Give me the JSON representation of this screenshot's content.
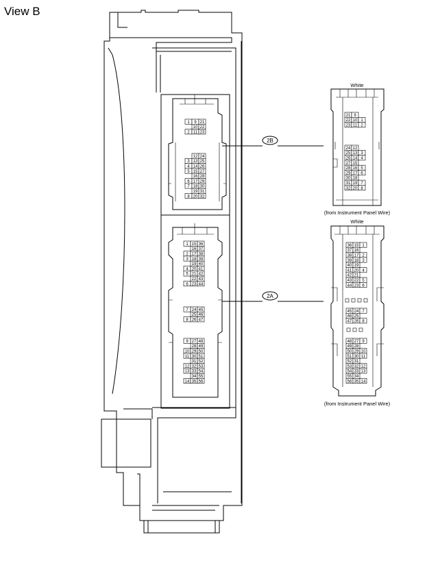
{
  "title": "View B",
  "callouts": {
    "upper": "2B",
    "lower": "2A"
  },
  "right_connectors": {
    "top": {
      "color_label": "White",
      "source_label": "(from Instrument Panel Wire)"
    },
    "bottom": {
      "color_label": "White",
      "source_label": "(from Instrument Panel Wire)"
    }
  },
  "left_2B": {
    "groups": [
      {
        "rows": [
          [
            "1",
            "9",
            "21"
          ],
          [
            "",
            "10",
            "22"
          ],
          [
            "2",
            "11",
            "23"
          ]
        ]
      },
      {
        "rows": [
          [
            "",
            "12",
            "24"
          ],
          [
            "3",
            "13",
            "25"
          ],
          [
            "4",
            "14",
            "26"
          ],
          [
            "5",
            "15",
            "27"
          ],
          [
            "",
            "16",
            "28"
          ],
          [
            "6",
            "17",
            "29"
          ],
          [
            "7",
            "18",
            "30"
          ],
          [
            "",
            "19",
            "31"
          ],
          [
            "8",
            "20",
            "32"
          ]
        ]
      }
    ]
  },
  "left_2A": {
    "groups": [
      {
        "rows": [
          [
            "1",
            "15",
            "36"
          ],
          [
            "",
            "16",
            "37"
          ],
          [
            "2",
            "17",
            "38"
          ],
          [
            "3",
            "18",
            "39"
          ],
          [
            "",
            "19",
            "40"
          ],
          [
            "4",
            "20",
            "41"
          ],
          [
            "5",
            "21",
            "42"
          ],
          [
            "",
            "22",
            "43"
          ],
          [
            "6",
            "23",
            "44"
          ]
        ]
      },
      {
        "rows": [
          [
            "7",
            "24",
            "45"
          ],
          [
            "",
            "25",
            "46"
          ],
          [
            "8",
            "26",
            "47"
          ]
        ]
      },
      {
        "rows": [
          [
            "9",
            "27",
            "48"
          ],
          [
            "",
            "28",
            "49"
          ],
          [
            "10",
            "29",
            "50"
          ],
          [
            "11",
            "30",
            "51"
          ],
          [
            "",
            "31",
            "52"
          ],
          [
            "12",
            "32",
            "53"
          ],
          [
            "13",
            "33",
            "54"
          ],
          [
            "",
            "34",
            "55"
          ],
          [
            "14",
            "35",
            "56"
          ]
        ]
      }
    ]
  },
  "right_2B": {
    "groups": [
      {
        "rows": [
          [
            "21",
            "9",
            ""
          ],
          [
            "22",
            "10",
            "1"
          ],
          [
            "23",
            "11",
            "2"
          ]
        ]
      },
      {
        "rows": [
          [
            "24",
            "12",
            ""
          ],
          [
            "25",
            "13",
            "3"
          ],
          [
            "26",
            "14",
            "4"
          ],
          [
            "27",
            "15",
            ""
          ],
          [
            "28",
            "16",
            "5"
          ],
          [
            "29",
            "17",
            "6"
          ],
          [
            "30",
            "18",
            ""
          ],
          [
            "31",
            "19",
            "7"
          ],
          [
            "32",
            "20",
            "8"
          ]
        ]
      }
    ]
  },
  "right_2A": {
    "groups": [
      {
        "rows": [
          [
            "36",
            "15",
            "1"
          ],
          [
            "37",
            "16",
            ""
          ],
          [
            "38",
            "17",
            "2"
          ],
          [
            "39",
            "18",
            "3"
          ],
          [
            "40",
            "19",
            ""
          ],
          [
            "41",
            "20",
            "4"
          ],
          [
            "42",
            "21",
            ""
          ],
          [
            "43",
            "22",
            "5"
          ],
          [
            "44",
            "23",
            "6"
          ]
        ]
      },
      {
        "rows": [
          [
            "45",
            "24",
            "7"
          ],
          [
            "46",
            "25",
            ""
          ],
          [
            "47",
            "26",
            "8"
          ]
        ]
      },
      {
        "rows": [
          [
            "48",
            "27",
            "9"
          ],
          [
            "49",
            "28",
            ""
          ],
          [
            "50",
            "29",
            "10"
          ],
          [
            "51",
            "30",
            "11"
          ],
          [
            "52",
            "31",
            ""
          ],
          [
            "53",
            "32",
            "12"
          ],
          [
            "54",
            "33",
            "13"
          ],
          [
            "55",
            "34",
            ""
          ],
          [
            "56",
            "35",
            "14"
          ]
        ]
      }
    ]
  }
}
